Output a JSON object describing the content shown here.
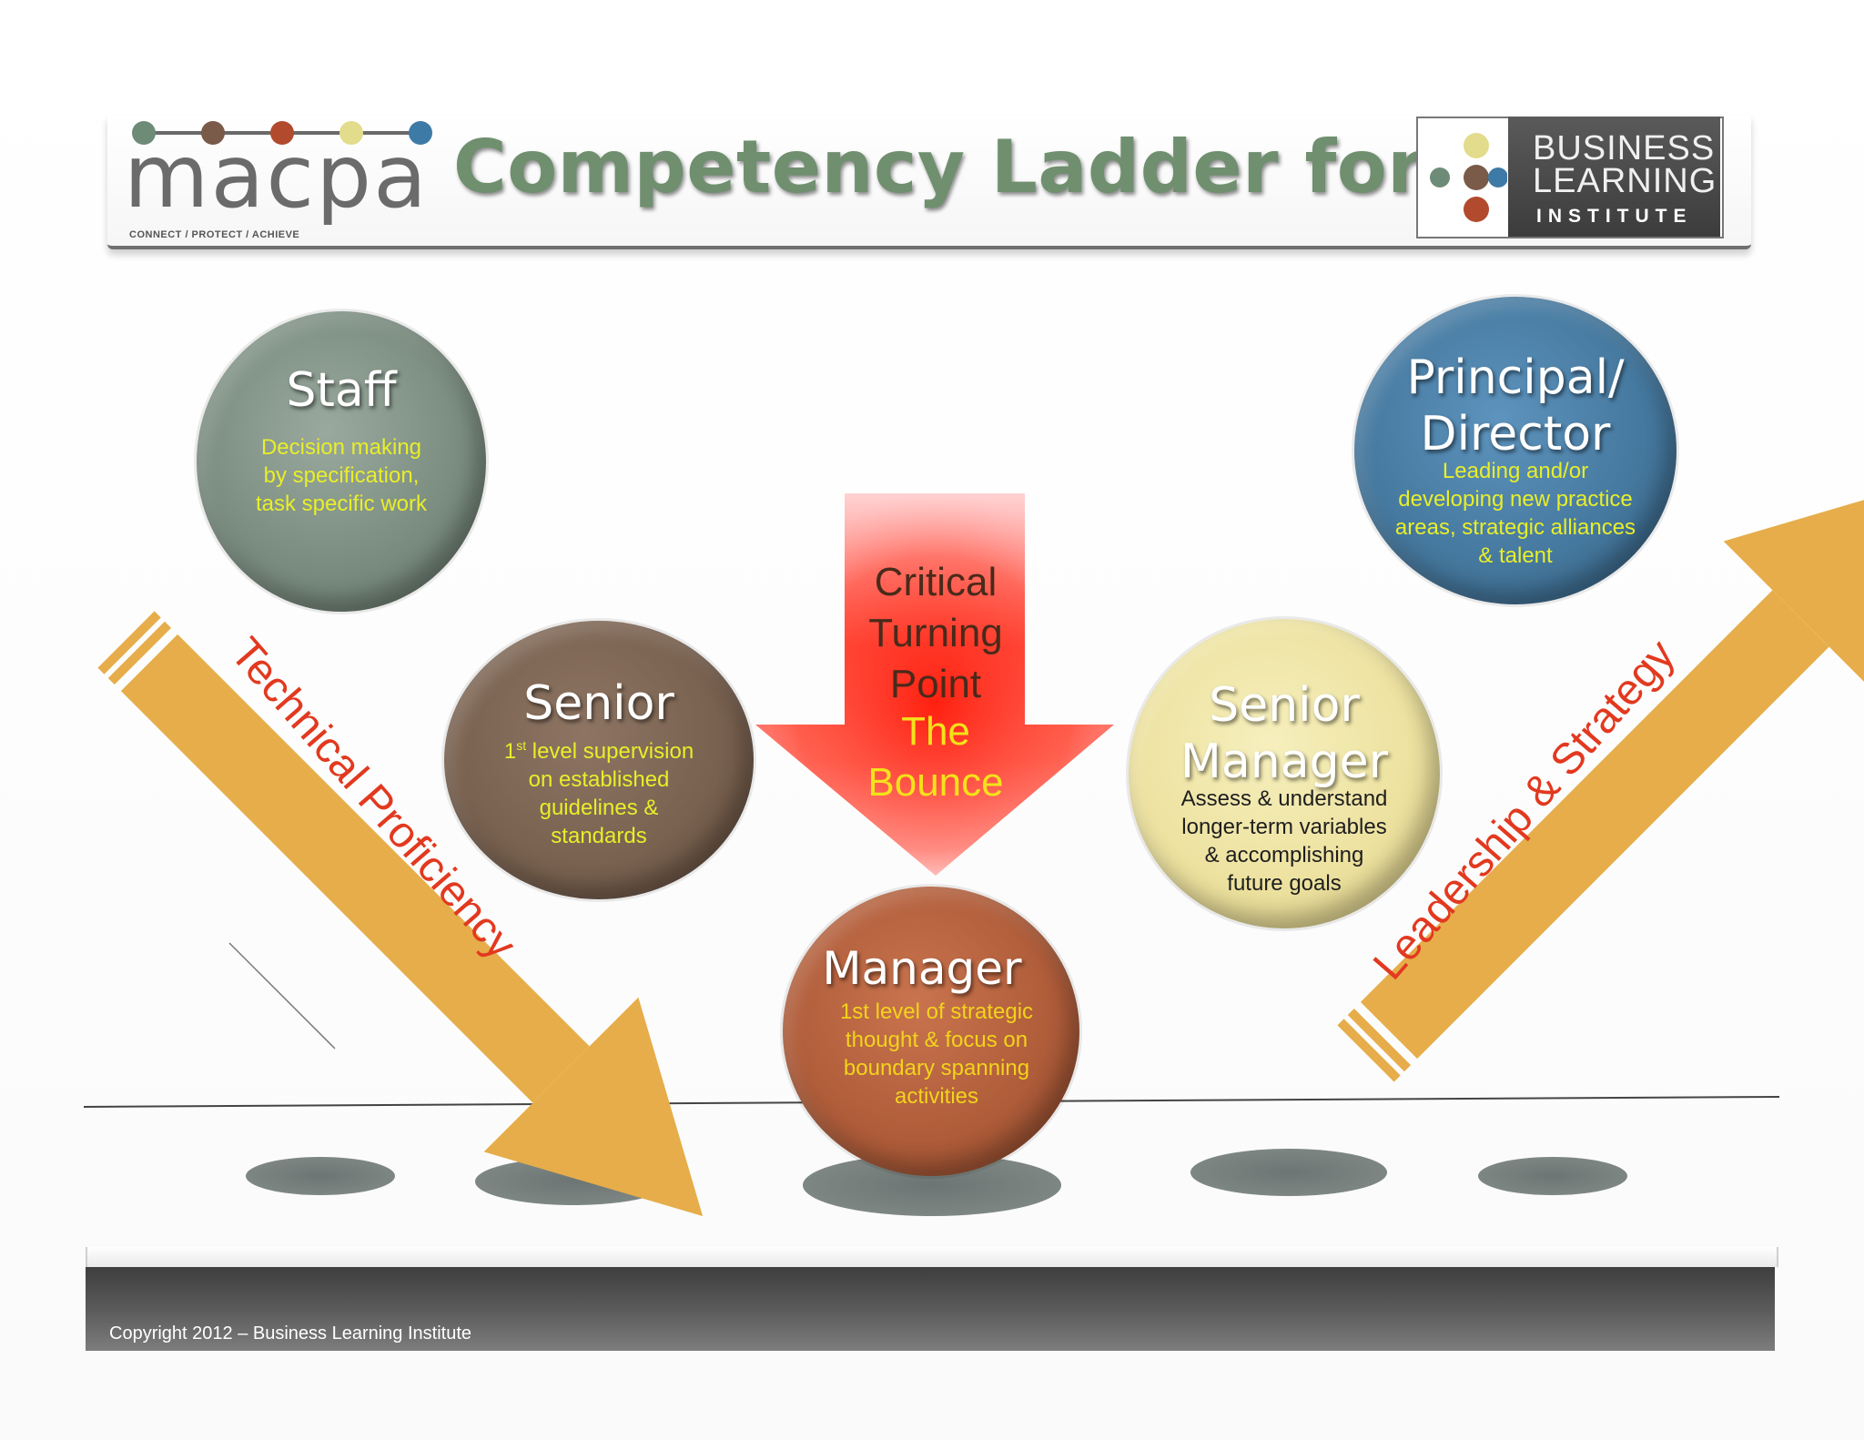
{
  "header": {
    "logo_word": "macpa",
    "logo_tagline": "CONNECT / PROTECT / ACHIEVE",
    "logo_dot_colors": [
      "#6e8b78",
      "#7a5a48",
      "#b24a2e",
      "#e2dc8c",
      "#3e7aa6"
    ],
    "title": "Competency Ladder for CPAs",
    "partner_line1": "BUSINESS",
    "partner_line2": "LEARNING",
    "partner_line3": "INSTITUTE",
    "partner_dot_colors": [
      "#e2dc8c",
      "#6e8b78",
      "#7a5a48",
      "#3e7aa6",
      "#b24a2e"
    ]
  },
  "levels": {
    "staff": {
      "title": "Staff",
      "desc": [
        "Decision making",
        "by specification,",
        "task specific work"
      ],
      "color": "#7b8d80"
    },
    "senior": {
      "title": "Senior",
      "desc_sup_prefix": "1",
      "desc_sup": "st",
      "desc_first_rest": " level supervision",
      "desc": [
        "on established",
        "guidelines &",
        "standards"
      ],
      "color": "#7a6250"
    },
    "manager": {
      "title": "Manager",
      "desc": [
        "1st level of strategic",
        "thought & focus on",
        "boundary spanning",
        "activities"
      ],
      "color": "#b05d3a"
    },
    "senior_manager": {
      "title_line1": "Senior",
      "title_line2": "Manager",
      "desc": [
        "Assess & understand",
        "longer-term variables",
        "& accomplishing",
        "future goals"
      ],
      "color": "#ede2a0"
    },
    "principal": {
      "title_line1": "Principal/",
      "title_line2": "Director",
      "desc": [
        "Leading and/or",
        "developing new practice",
        "areas, strategic alliances",
        "& talent"
      ],
      "color": "#46799f"
    }
  },
  "turning_point": {
    "line1": "Critical",
    "line2": "Turning",
    "line3": "Point",
    "line4": "The",
    "line5": "Bounce"
  },
  "arrows": {
    "left_label": "Technical Proficiency",
    "right_label": "Leadership & Strategy",
    "color": "#e6ad4a"
  },
  "footer": {
    "copyright": "Copyright 2012 – Business Learning Institute"
  }
}
